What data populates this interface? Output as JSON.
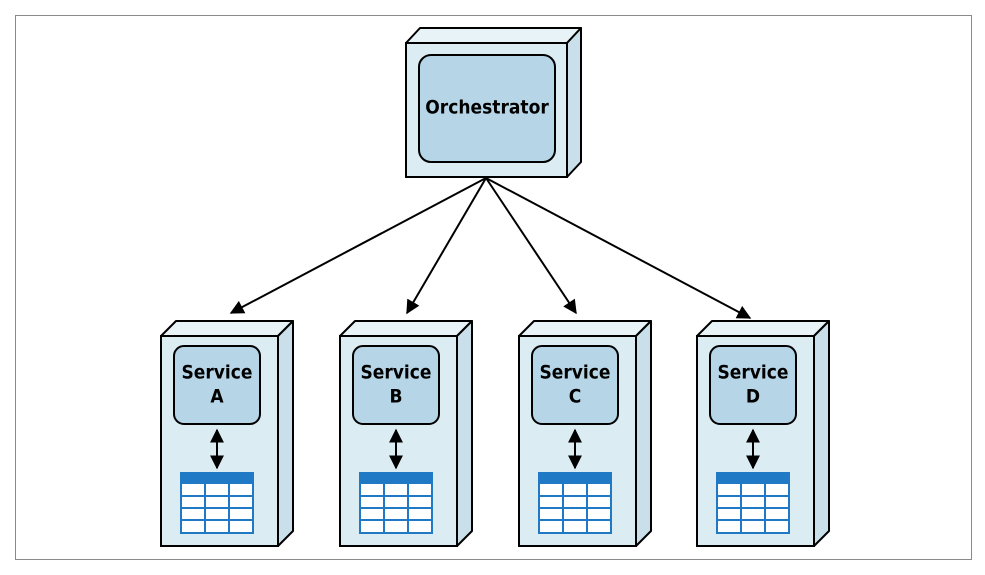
{
  "colors": {
    "server_face": "#dcecf3",
    "server_side": "#c9e0ea",
    "server_top": "#e8f3f8",
    "panel_fill": "#b6d6e8",
    "outline": "#000000",
    "db_header": "#1f79c4",
    "db_grid": "#1f79c4",
    "db_cell": "#ffffff",
    "frame": "#8a8a8a"
  },
  "orchestrator": {
    "label": "Orchestrator",
    "icon": "server-icon"
  },
  "services": [
    {
      "line1": "Service",
      "line2": "A",
      "db_icon": "database-table-icon"
    },
    {
      "line1": "Service",
      "line2": "B",
      "db_icon": "database-table-icon"
    },
    {
      "line1": "Service",
      "line2": "C",
      "db_icon": "database-table-icon"
    },
    {
      "line1": "Service",
      "line2": "D",
      "db_icon": "database-table-icon"
    }
  ],
  "connections": [
    {
      "from": "Orchestrator",
      "to": "Service A",
      "style": "arrow"
    },
    {
      "from": "Orchestrator",
      "to": "Service B",
      "style": "arrow"
    },
    {
      "from": "Orchestrator",
      "to": "Service C",
      "style": "arrow"
    },
    {
      "from": "Orchestrator",
      "to": "Service D",
      "style": "arrow"
    }
  ]
}
